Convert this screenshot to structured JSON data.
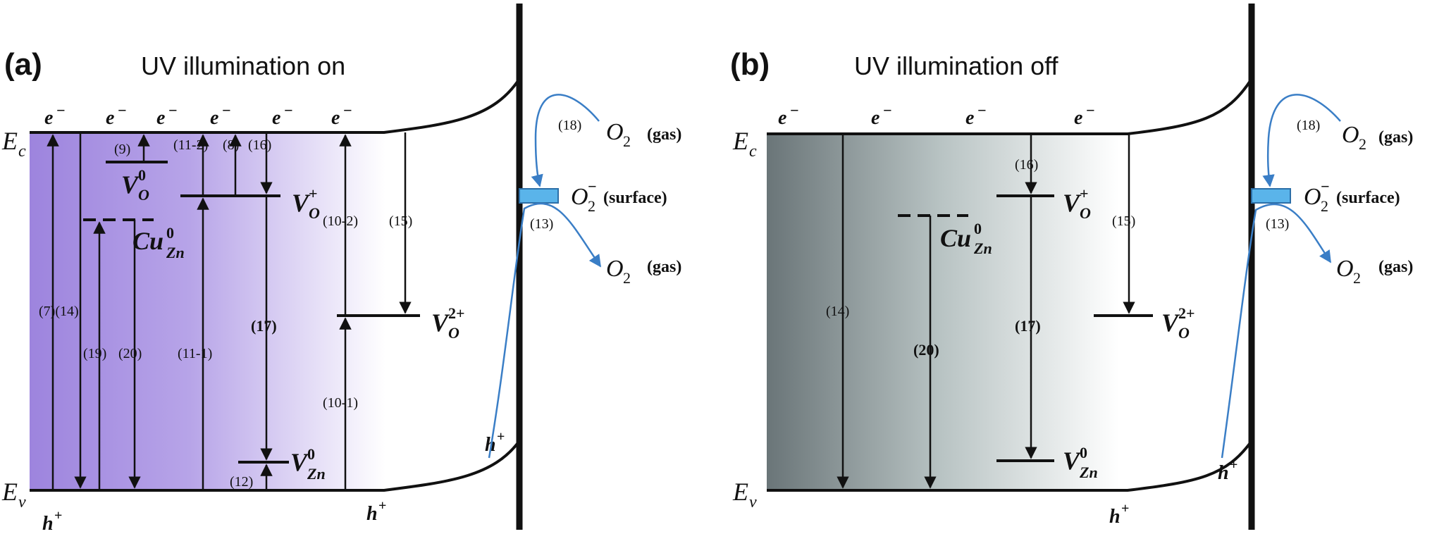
{
  "panels": {
    "a": {
      "letter": "(a)",
      "title": "UV illumination on",
      "ec": "E",
      "ec_sub": "c",
      "ev": "E",
      "ev_sub": "v",
      "electrons": [
        "e",
        "e",
        "e",
        "e",
        "e",
        "e"
      ],
      "electron_sup": "−",
      "holes": [
        "h",
        "h",
        "h"
      ],
      "hole_sup": "+",
      "levels": {
        "vo0": {
          "base": "V",
          "sub": "O",
          "sup": "0"
        },
        "vo1": {
          "base": "V",
          "sub": "O",
          "sup": "+"
        },
        "cu": {
          "base": "Cu",
          "sub": "Zn",
          "sup": "0"
        },
        "vo2": {
          "base": "V",
          "sub": "O",
          "sup": "2+"
        },
        "vzn": {
          "base": "V",
          "sub": "Zn",
          "sup": "0"
        }
      },
      "transitions": {
        "t9": "(9)",
        "t11_2": "(11-2)",
        "t8": "(8)",
        "t16": "(16)",
        "t10_2": "(10-2)",
        "t15": "(15)",
        "t7_14": "(7)(14)",
        "t19": "(19)",
        "t20": "(20)",
        "t11_1": "(11-1)",
        "t17": "(17)",
        "t10_1": "(10-1)",
        "t12": "(12)",
        "t18": "(18)",
        "t13": "(13)"
      },
      "surface": {
        "o2_gas_top": {
          "base": "O",
          "sub": "2",
          "suffix": "(gas)"
        },
        "o2_surface": {
          "base": "O",
          "sub": "2",
          "sup": "−",
          "suffix": "(surface)"
        },
        "o2_gas_bottom": {
          "base": "O",
          "sub": "2",
          "suffix": "(gas)"
        }
      }
    },
    "b": {
      "letter": "(b)",
      "title": "UV illumination off",
      "ec": "E",
      "ec_sub": "c",
      "ev": "E",
      "ev_sub": "v",
      "electrons": [
        "e",
        "e",
        "e",
        "e"
      ],
      "electron_sup": "−",
      "holes": [
        "h",
        "h"
      ],
      "hole_sup": "+",
      "levels": {
        "vo1": {
          "base": "V",
          "sub": "O",
          "sup": "+"
        },
        "cu": {
          "base": "Cu",
          "sub": "Zn",
          "sup": "0"
        },
        "vo2": {
          "base": "V",
          "sub": "O",
          "sup": "2+"
        },
        "vzn": {
          "base": "V",
          "sub": "Zn",
          "sup": "0"
        }
      },
      "transitions": {
        "t16": "(16)",
        "t15": "(15)",
        "t14": "(14)",
        "t20": "(20)",
        "t17": "(17)",
        "t18": "(18)",
        "t13": "(13)"
      },
      "surface": {
        "o2_gas_top": {
          "base": "O",
          "sub": "2",
          "suffix": "(gas)"
        },
        "o2_surface": {
          "base": "O",
          "sub": "2",
          "sup": "−",
          "suffix": "(surface)"
        },
        "o2_gas_bottom": {
          "base": "O",
          "sub": "2",
          "suffix": "(gas)"
        }
      }
    }
  },
  "colors": {
    "line": "#111111",
    "blue": "#3a7ec6",
    "surface_box": "#5ab4ea",
    "grad_a_start": "#9d84de",
    "grad_b_start": "#6a7578"
  }
}
